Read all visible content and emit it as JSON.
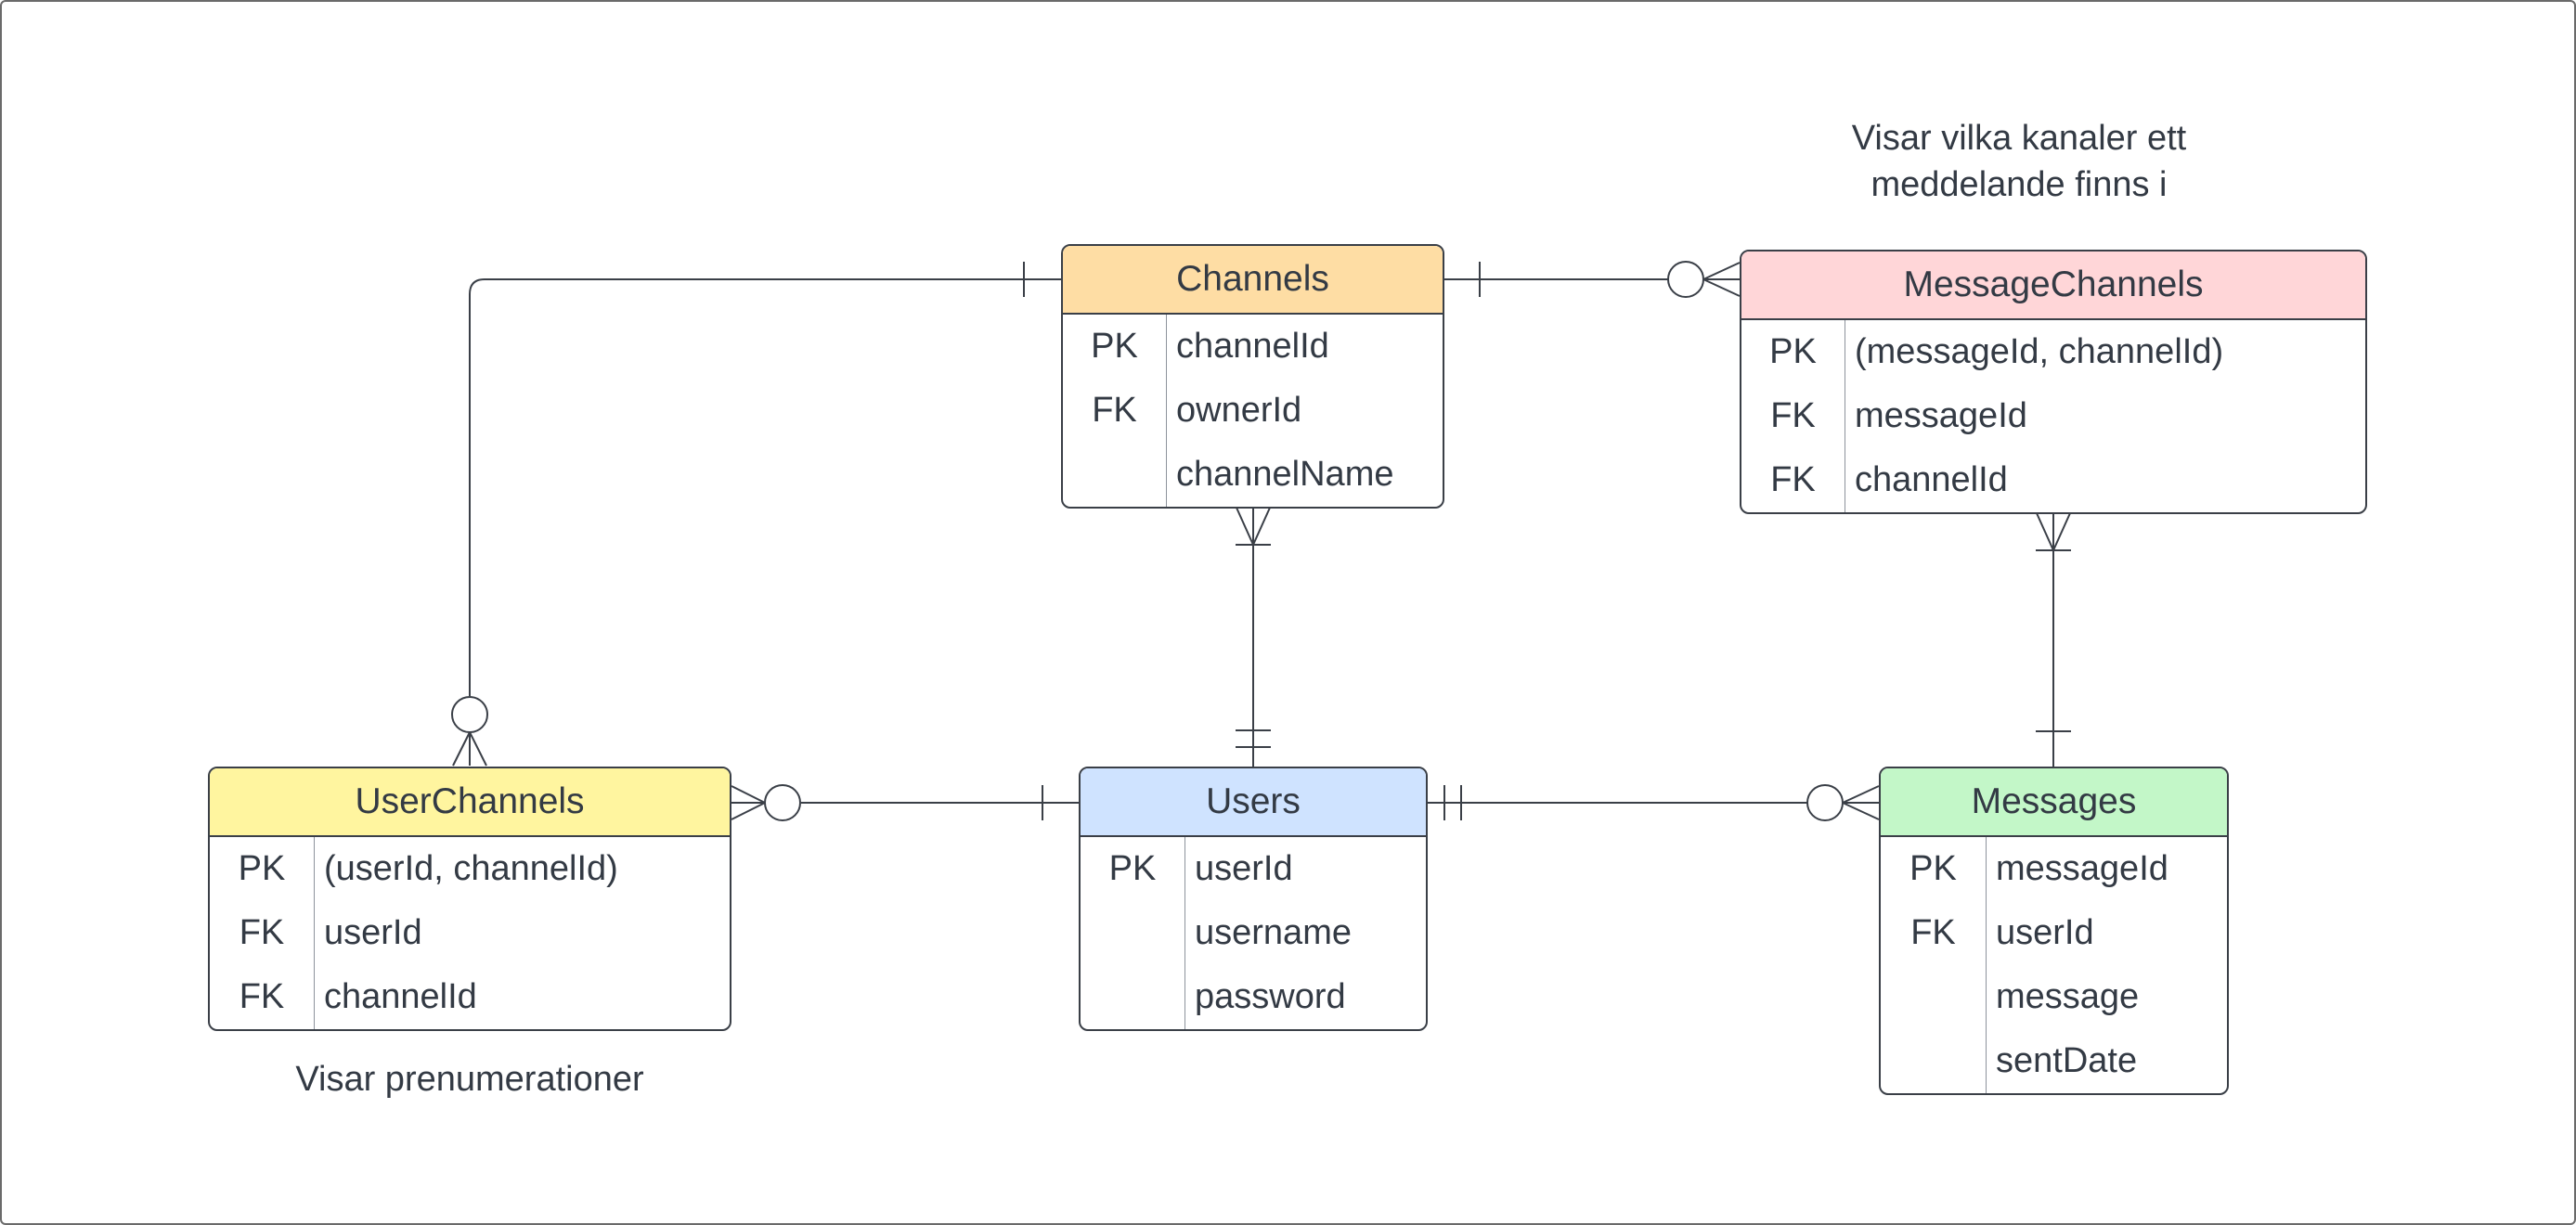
{
  "colors": {
    "channels": "#fedda4",
    "message_channels": "#ffd6d8",
    "user_channels": "#fff59f",
    "users": "#cfe3ff",
    "messages": "#c3f7c8",
    "line": "#3a3f47"
  },
  "entities": {
    "channels": {
      "title": "Channels",
      "rows": [
        {
          "key": "PK",
          "name": "channelId"
        },
        {
          "key": "FK",
          "name": "ownerId"
        },
        {
          "key": "",
          "name": "channelName"
        }
      ]
    },
    "message_channels": {
      "title": "MessageChannels",
      "rows": [
        {
          "key": "PK",
          "name": "(messageId, channelId)"
        },
        {
          "key": "FK",
          "name": "messageId"
        },
        {
          "key": "FK",
          "name": "channelId"
        }
      ]
    },
    "user_channels": {
      "title": "UserChannels",
      "rows": [
        {
          "key": "PK",
          "name": "(userId, channelId)"
        },
        {
          "key": "FK",
          "name": "userId"
        },
        {
          "key": "FK",
          "name": "channelId"
        }
      ]
    },
    "users": {
      "title": "Users",
      "rows": [
        {
          "key": "PK",
          "name": "userId"
        },
        {
          "key": "",
          "name": "username"
        },
        {
          "key": "",
          "name": "password"
        }
      ]
    },
    "messages": {
      "title": "Messages",
      "rows": [
        {
          "key": "PK",
          "name": "messageId"
        },
        {
          "key": "FK",
          "name": "userId"
        },
        {
          "key": "",
          "name": "message"
        },
        {
          "key": "",
          "name": "sentDate"
        }
      ]
    }
  },
  "notes": {
    "message_channels_line1": "Visar vilka kanaler ett",
    "message_channels_line2": "meddelande finns i",
    "user_channels": "Visar prenumerationer"
  },
  "relationships": [
    {
      "from": "Channels",
      "from_end": "one",
      "to": "UserChannels",
      "to_end": "zero-or-many"
    },
    {
      "from": "Channels",
      "from_end": "one",
      "to": "MessageChannels",
      "to_end": "zero-or-many"
    },
    {
      "from": "Users",
      "from_end": "one-and-only-one",
      "to": "Channels",
      "to_end": "one-or-many"
    },
    {
      "from": "Users",
      "from_end": "one",
      "to": "UserChannels",
      "to_end": "zero-or-many"
    },
    {
      "from": "Users",
      "from_end": "one-and-only-one",
      "to": "Messages",
      "to_end": "zero-or-many"
    },
    {
      "from": "Messages",
      "from_end": "one",
      "to": "MessageChannels",
      "to_end": "one-or-many"
    }
  ]
}
